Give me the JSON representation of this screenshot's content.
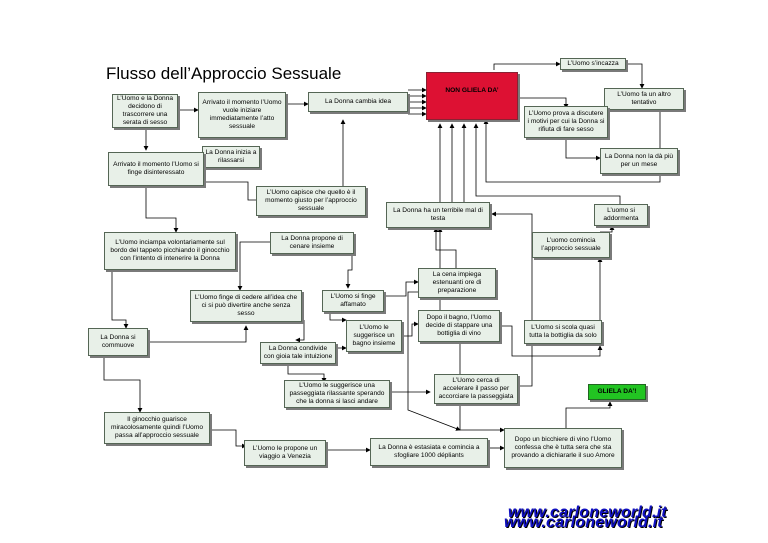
{
  "title": "Flusso dell’Approccio Sessuale",
  "nodes": {
    "inizio": "L’Uomo e la Donna decidono di trascorrere una serata di sesso",
    "arrivato": "Arrivato il momento l’Uomo vuole iniziare immediatamente l’atto sessuale",
    "cambia_idea": "La Donna cambia idea",
    "non_gliela_da": "NON GLIELA DA’",
    "incazza": "L’Uomo s’incazza",
    "altro_tentativo": "L’Uomo fa un altro tentativo",
    "discutere": "L’Uomo prova a discutere i motivi per cui la Donna si rifiuta di fare sesso",
    "non_la_da_piu": "La Donna non la dà più per un mese",
    "rilassarsi": "La Donna inizia a rilassarsi",
    "disinteressato": "Arrivato il momento l’Uomo si finge disinteressato",
    "capisce": "L’Uomo capisce che quello è il momento giusto per l’approccio sessuale",
    "mal_di_testa": "La Donna ha un terribile mal di testa",
    "addormenta": "L’uomo si addormenta",
    "inciampa": "L’Uomo inciampa volontariamente sul bordo del tappeto picchiando il ginocchio con l’intento di intenerire la Donna",
    "cenare": "La Donna propone di cenare insieme",
    "comincia": "L’uomo comincia l’approccio sessuale",
    "cena_impiega": "La cena impiega estenuanti ore di preparazione",
    "finge_cedere": "L’Uomo finge di cedere all’idea che ci si può divertire anche senza sesso",
    "affamato": "L’Uomo si finge affamato",
    "commuove": "La Donna si commuove",
    "bagno_suggerisce": "L’Uomo le suggerisce un bagno insieme",
    "dopo_bagno": "Dopo il bagno, l’Uomo decide di stappare una bottiglia di vino",
    "scola": "L’Uomo si scola quasi tutta la bottiglia da solo",
    "condivide": "La Donna condivide con gioia tale intuizione",
    "passeggiata": "L’Uomo le suggerisce una passeggiata rilassante sperando che la donna si lasci andare",
    "cerca_accelerare": "L’Uomo cerca di accelerare il passo per accorciare la passeggiata",
    "gliela_da": "GLIELA DA’!",
    "ginocchio": "Il ginocchio guarisce miracolosamente quindi l’Uomo passa all’approccio sessuale",
    "venezia": "L’Uomo le propone un viaggio a Venezia",
    "estasiata": "La Donna è estasiata e comincia a sfogliare 1000 dépliants",
    "bicchiere": "Dopo un bicchiere di vino l’Uomo confessa che è tutta sera che sta provando a dichiararle il suo Amore"
  },
  "watermark": "www.carloneworld.it",
  "colors": {
    "box_fill": "#e8f0e8",
    "red": "#dd1133",
    "green": "#22c422",
    "watermark": "#1010c0"
  }
}
